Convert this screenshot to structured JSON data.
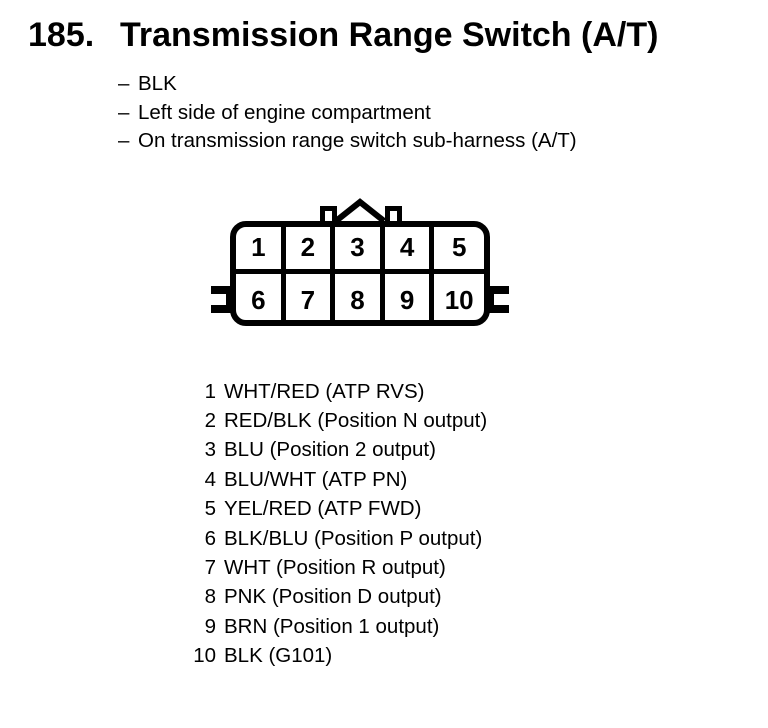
{
  "page": {
    "background": "#ffffff",
    "text_color": "#000000"
  },
  "heading": {
    "number": "185.",
    "title": "Transmission Range Switch (A/T)"
  },
  "notes": {
    "bullet": "–",
    "items": [
      "BLK",
      "Left side of engine compartment",
      "On transmission range switch sub-harness (A/T)"
    ]
  },
  "connector": {
    "description": "10-pin connector, front view, 2 rows of 5",
    "rows": [
      [
        "1",
        "2",
        "3",
        "4",
        "5"
      ],
      [
        "6",
        "7",
        "8",
        "9",
        "10"
      ]
    ]
  },
  "pins": [
    {
      "num": "1",
      "desc": "WHT/RED (ATP RVS)"
    },
    {
      "num": "2",
      "desc": "RED/BLK (Position N output)"
    },
    {
      "num": "3",
      "desc": "BLU (Position 2 output)"
    },
    {
      "num": "4",
      "desc": "BLU/WHT (ATP PN)"
    },
    {
      "num": "5",
      "desc": "YEL/RED (ATP FWD)"
    },
    {
      "num": "6",
      "desc": "BLK/BLU (Position P output)"
    },
    {
      "num": "7",
      "desc": "WHT (Position R output)"
    },
    {
      "num": "8",
      "desc": "PNK (Position D output)"
    },
    {
      "num": "9",
      "desc": "BRN (Position 1 output)"
    },
    {
      "num": "10",
      "desc": "BLK (G101)"
    }
  ]
}
